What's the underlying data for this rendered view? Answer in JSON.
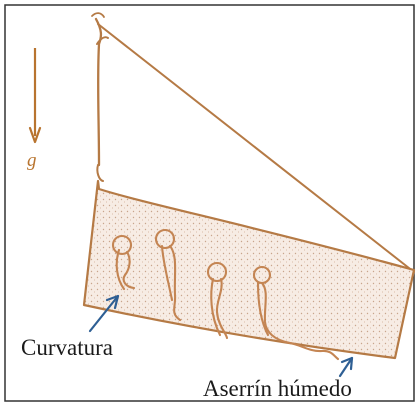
{
  "labels": {
    "gravity": "g",
    "curvature": "Curvatura",
    "sawdust": "Aserrín húmedo"
  },
  "colors": {
    "frame": "#333333",
    "string": "#b57a45",
    "arrow_gravity": "#b8742f",
    "basket_outline": "#b57a45",
    "sawdust_fill": "#f7ece4",
    "sawdust_dots": "#c9a58c",
    "seedling": "#c48553",
    "pointer_arrow": "#2e5f94"
  },
  "icons": {
    "gravity": "down-arrow-icon",
    "pointer": "pointer-arrow-icon",
    "seedling": "seedling-icon"
  }
}
